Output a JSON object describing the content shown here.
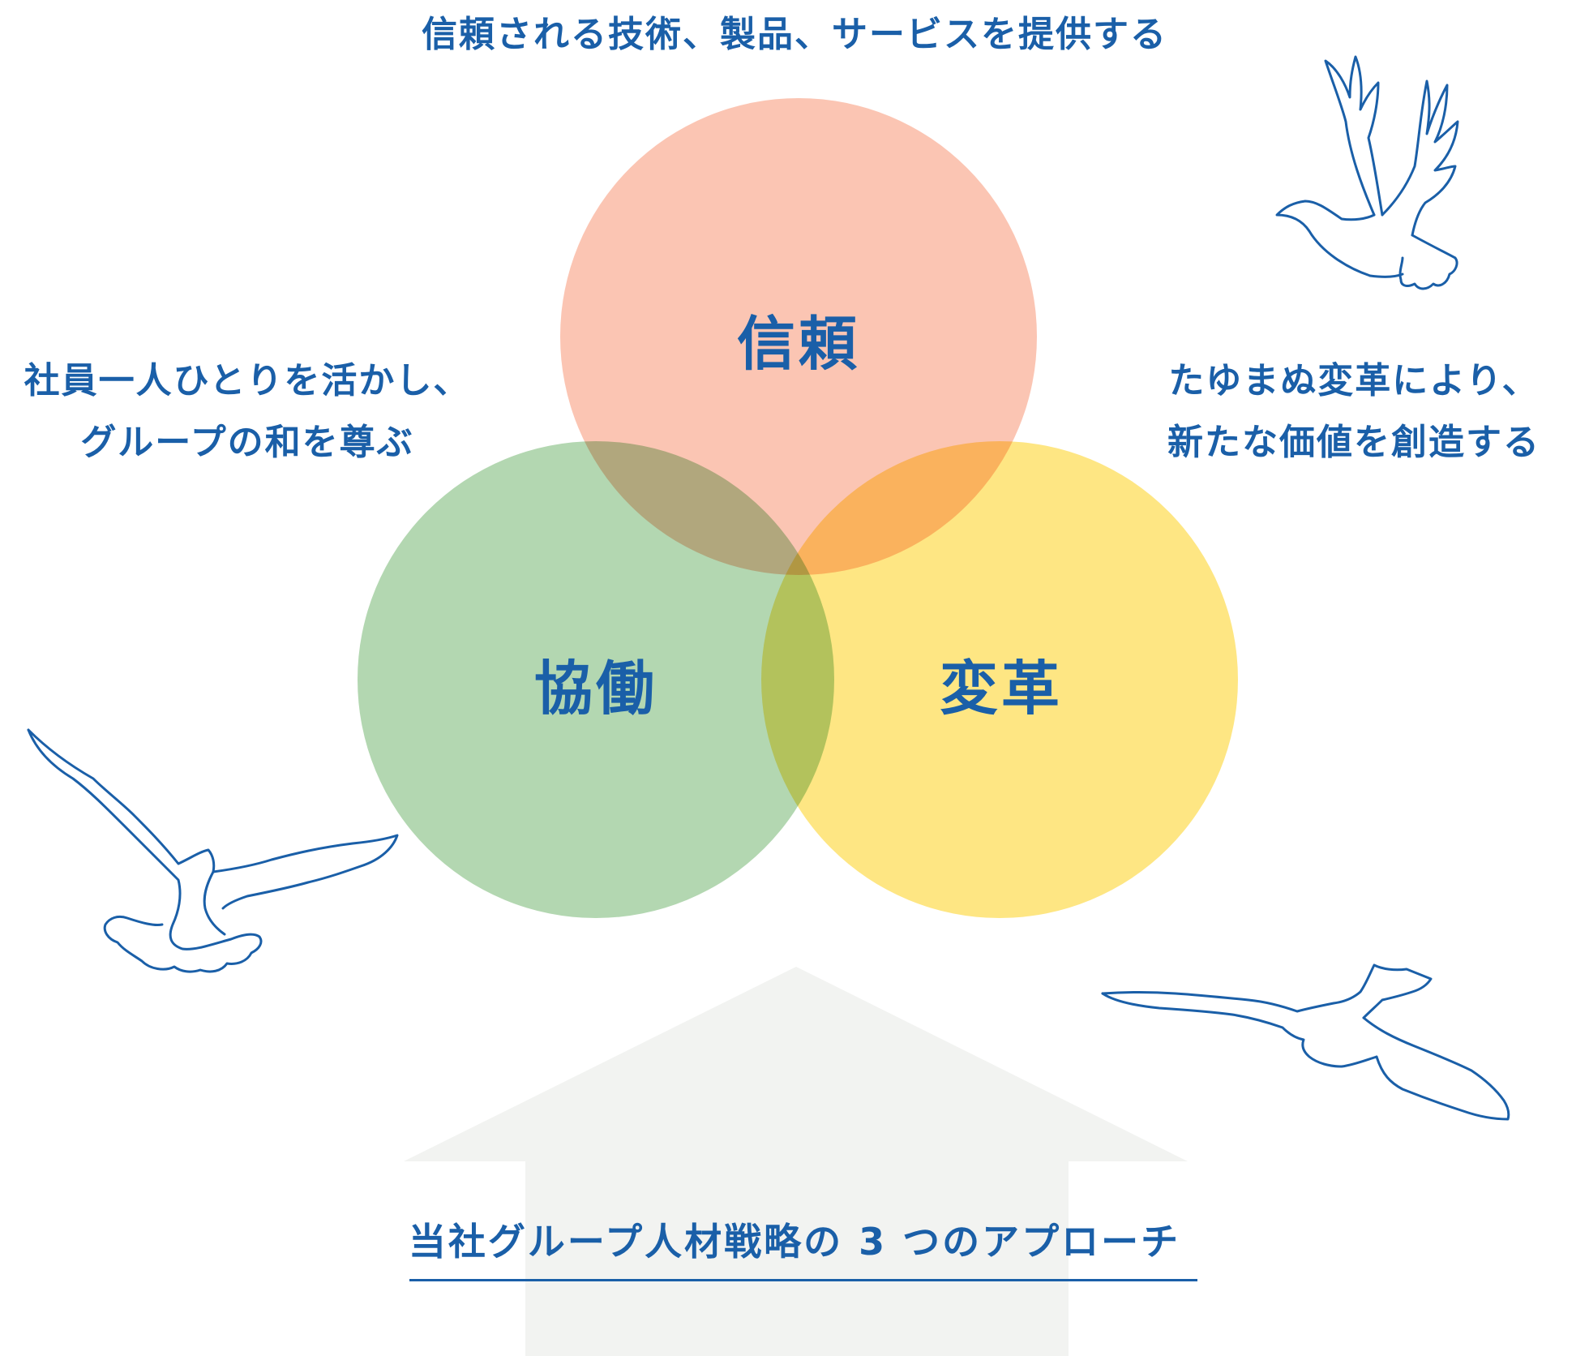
{
  "captions": {
    "top": "信頼される技術、製品、サービスを提供する",
    "left_line1": "社員一人ひとりを活かし、",
    "left_line2": "グループの和を尊ぶ",
    "right_line1": "たゆまぬ変革により、",
    "right_line2": "新たな価値を創造する",
    "bottom": "当社グループ人材戦略の 3 つのアプローチ"
  },
  "circles": {
    "trust": {
      "label": "信頼",
      "color": "#f9a98f"
    },
    "collab": {
      "label": "協働",
      "color": "#8fc48c"
    },
    "change": {
      "label": "変革",
      "color": "#fddc4e"
    }
  },
  "colors": {
    "text": "#1a5fa8",
    "arrow": "#f2f3f1",
    "bird_stroke": "#1a5fa8"
  },
  "icons": [
    "dove-icon",
    "dove-icon",
    "dove-icon"
  ]
}
